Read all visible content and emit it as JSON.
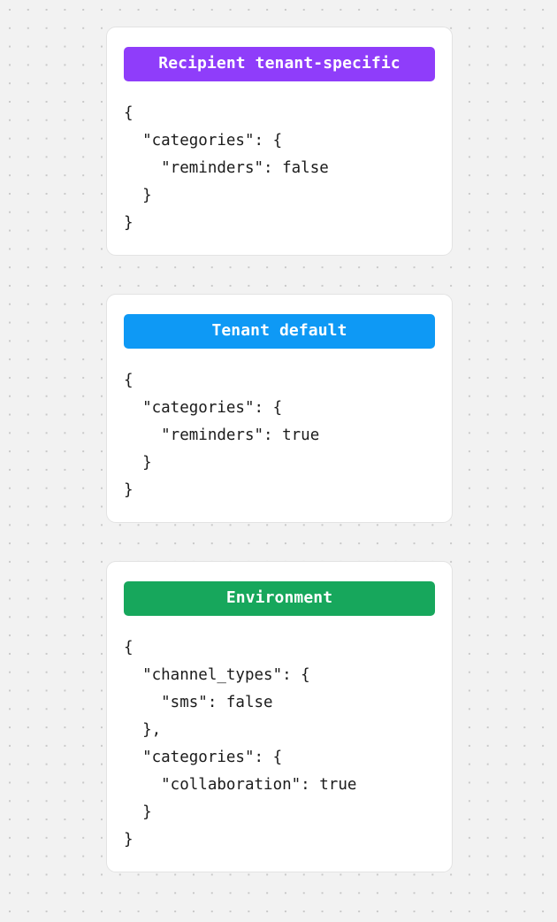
{
  "background": {
    "page_color": "#f2f2f2",
    "dot_color": "#c9c9c9",
    "card_color": "#ffffff",
    "card_border_color": "#e3e3e3",
    "code_text_color": "#1b1b1b"
  },
  "cards": [
    {
      "badge_label": "Recipient tenant-specific",
      "badge_color": "#8f3dfa",
      "code": "{\n  \"categories\": {\n    \"reminders\": false\n  }\n}"
    },
    {
      "badge_label": "Tenant default",
      "badge_color": "#0e99f5",
      "code": "{\n  \"categories\": {\n    \"reminders\": true\n  }\n}"
    },
    {
      "badge_label": "Environment",
      "badge_color": "#17a75c",
      "code": "{\n  \"channel_types\": {\n    \"sms\": false\n  },\n  \"categories\": {\n    \"collaboration\": true\n  }\n}"
    }
  ]
}
